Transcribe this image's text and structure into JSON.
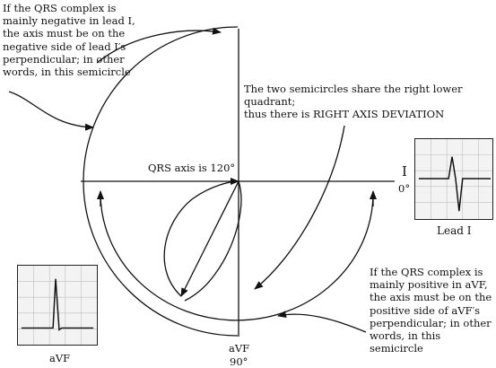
{
  "annotations": {
    "lead1_note": "If the QRS complex is\nmainly negative in lead I,\nthe axis must be on the\nnegative side of lead I′s\nperpendicular; in other\nwords, in this semicircle",
    "quadrant_note": "The two semicircles share the right lower quadrant;\nthus there is RIGHT AXIS DEVIATION",
    "qrs_axis_label": "QRS axis is 120°",
    "avf_note": "If the QRS complex is\nmainly positive in aVF,\nthe axis must be on the\npositive side of aVF′s\nperpendicular; in other\nwords, in this semicircle"
  },
  "axes": {
    "lead1_name": "I",
    "lead1_degree": "0°",
    "avf_name": "aVF",
    "avf_degree": "90°"
  },
  "ecg_panels": {
    "lead1_caption": "Lead I",
    "avf_caption": "aVF"
  }
}
